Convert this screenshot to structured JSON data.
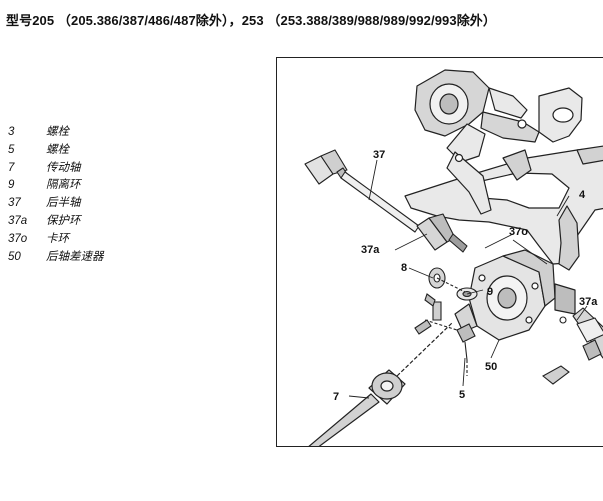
{
  "title": "型号205 （205.386/387/486/487除外），253 （253.388/389/988/989/992/993除外）",
  "legend": [
    {
      "num": "3",
      "label": "螺栓"
    },
    {
      "num": "5",
      "label": "螺栓"
    },
    {
      "num": "7",
      "label": "传动轴"
    },
    {
      "num": "9",
      "label": "隔离环"
    },
    {
      "num": "37",
      "label": "后半轴"
    },
    {
      "num": "37a",
      "label": "保护环"
    },
    {
      "num": "37o",
      "label": "卡环"
    },
    {
      "num": "50",
      "label": "后轴差速器"
    }
  ],
  "callouts": {
    "c37": "37",
    "c4": "4",
    "c37o": "37o",
    "c37a_left": "37a",
    "c8": "8",
    "c9": "9",
    "c37a_right": "37a",
    "c50": "50",
    "c5": "5",
    "c7": "7"
  },
  "colors": {
    "line": "#222222",
    "metal_light": "#e9e9e9",
    "metal_mid": "#bdbdbd",
    "metal_dark": "#6e6e6e"
  }
}
